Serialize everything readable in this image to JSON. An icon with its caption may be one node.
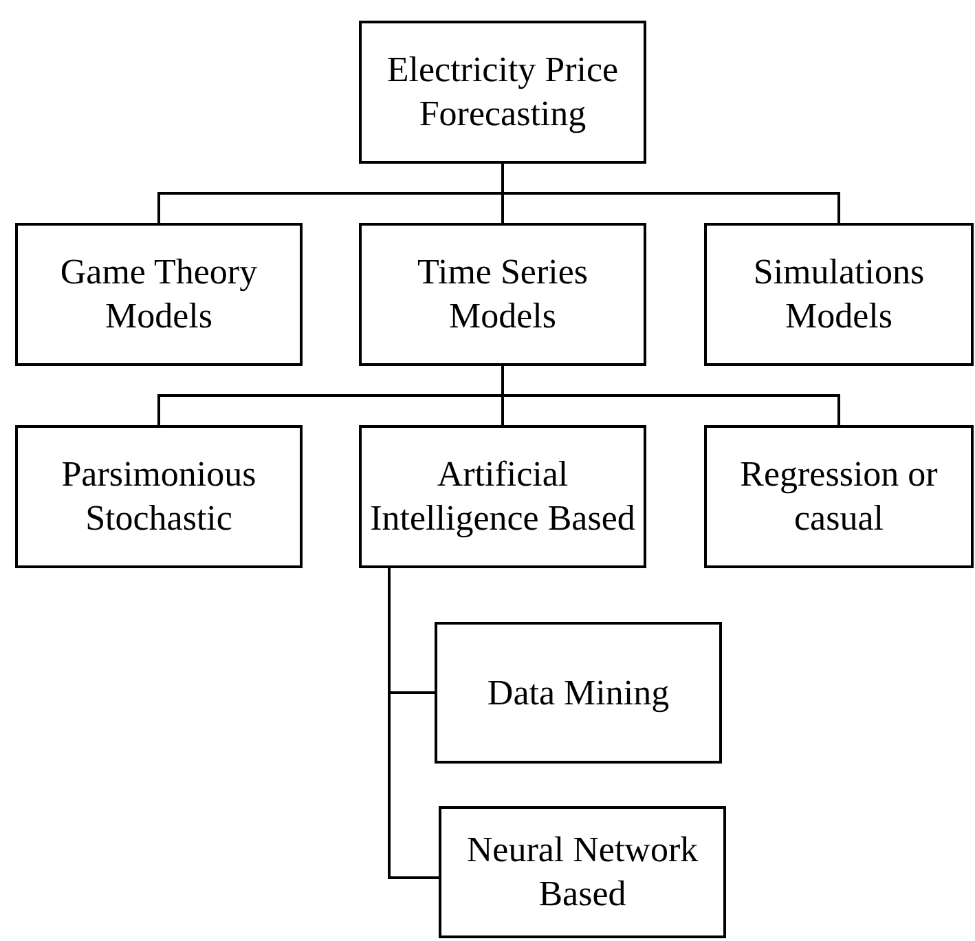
{
  "diagram": {
    "nodes": [
      {
        "text": [
          "Electricity Price Forecasting"
        ]
      },
      {
        "text": [
          "Game Theory Models"
        ]
      },
      {
        "text": [
          "Time Series Models"
        ]
      },
      {
        "text": [
          "Simulations Models"
        ]
      },
      {
        "text": [
          "Parsimonious Stochastic"
        ]
      },
      {
        "text": [
          "Artificial Intelligence Based"
        ]
      },
      {
        "text": [
          "Regression or casual"
        ]
      },
      {
        "text": [
          "Data Mining"
        ]
      },
      {
        "text": [
          "Neural Network Based"
        ]
      }
    ],
    "edges": [
      {
        "from": 0,
        "to": 1,
        "arrow": "none"
      },
      {
        "from": 0,
        "to": 2,
        "arrow": "none"
      },
      {
        "from": 0,
        "to": 3,
        "arrow": "none"
      },
      {
        "from": 2,
        "to": 4,
        "arrow": "none"
      },
      {
        "from": 2,
        "to": 5,
        "arrow": "none"
      },
      {
        "from": 2,
        "to": 6,
        "arrow": "none"
      },
      {
        "from": 5,
        "to": 7,
        "arrow": "none"
      },
      {
        "from": 5,
        "to": 8,
        "arrow": "none"
      }
    ]
  }
}
